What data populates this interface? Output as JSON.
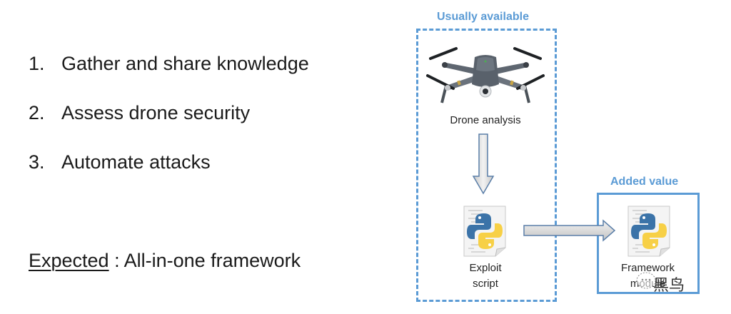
{
  "goals": {
    "items": [
      {
        "number": "1.",
        "text": "Gather and share knowledge"
      },
      {
        "number": "2.",
        "text": "Assess drone security"
      },
      {
        "number": "3.",
        "text": "Automate attacks"
      }
    ]
  },
  "expected": {
    "label": "Expected",
    "separator": " : ",
    "value": "All-in-one framework"
  },
  "diagram": {
    "usually_available": {
      "title": "Usually available",
      "drone_label": "Drone analysis",
      "exploit_label_line1": "Exploit",
      "exploit_label_line2": "script"
    },
    "added_value": {
      "title": "Added value",
      "module_label_line1": "Framework",
      "module_label_line2": "module"
    },
    "colors": {
      "accent": "#5b9bd5",
      "arrow_fill": "#d9d9d9",
      "arrow_stroke": "#5a7ea8",
      "python_blue": "#3b73a8",
      "python_yellow": "#f7d046"
    }
  },
  "watermark": {
    "icon": "chat-bubble-icon",
    "text": "黑鸟"
  }
}
